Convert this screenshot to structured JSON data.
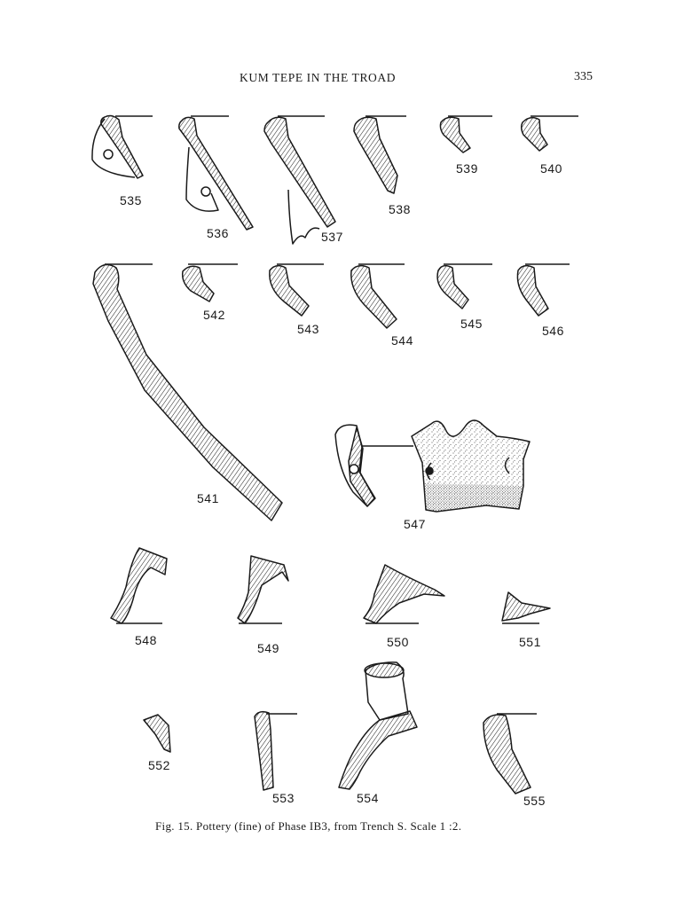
{
  "header": {
    "running_head": "KUM TEPE IN THE TROAD",
    "page_number": "335"
  },
  "figure": {
    "caption": "Fig. 15.  Pottery (fine) of Phase IB3, from Trench S.  Scale 1 :2.",
    "items": [
      "535",
      "536",
      "537",
      "538",
      "539",
      "540",
      "541",
      "542",
      "543",
      "544",
      "545",
      "546",
      "547",
      "548",
      "549",
      "550",
      "551",
      "552",
      "553",
      "554",
      "555"
    ]
  }
}
